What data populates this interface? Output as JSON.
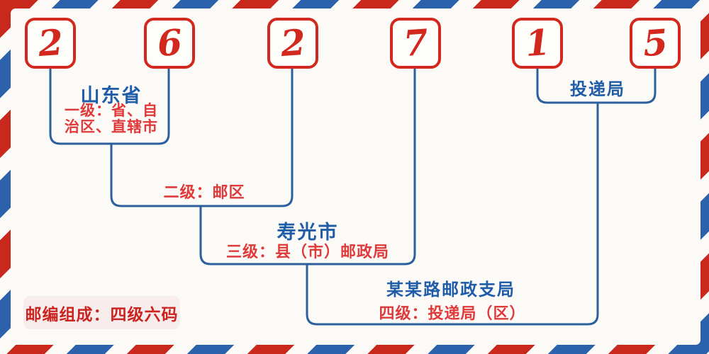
{
  "postal_code": {
    "digits": [
      "2",
      "6",
      "2",
      "7",
      "1",
      "5"
    ]
  },
  "labels": {
    "level1_place": "山东省",
    "level1_desc_line1": "一级：省、自",
    "level1_desc_line2": "治区、直辖市",
    "level2_desc": "二级：邮区",
    "level3_place": "寿光市",
    "level3_desc": "三级：县（市）邮政局",
    "level4_place": "某某路邮政支局",
    "level4_desc": "四级：投递局（区）",
    "delivery_office": "投递局",
    "footer_note": "邮编组成：四级六码"
  },
  "colors": {
    "digit_red": "#d2281e",
    "stripe_red": "#c9281d",
    "stripe_blue": "#2b62ab",
    "line_blue": "#2b5f9e",
    "text_blue": "#1f5da9",
    "text_red": "#e0393a",
    "footer_red": "#cb2420",
    "footer_bg": "#f7eded",
    "background": "#fbfaf6"
  }
}
